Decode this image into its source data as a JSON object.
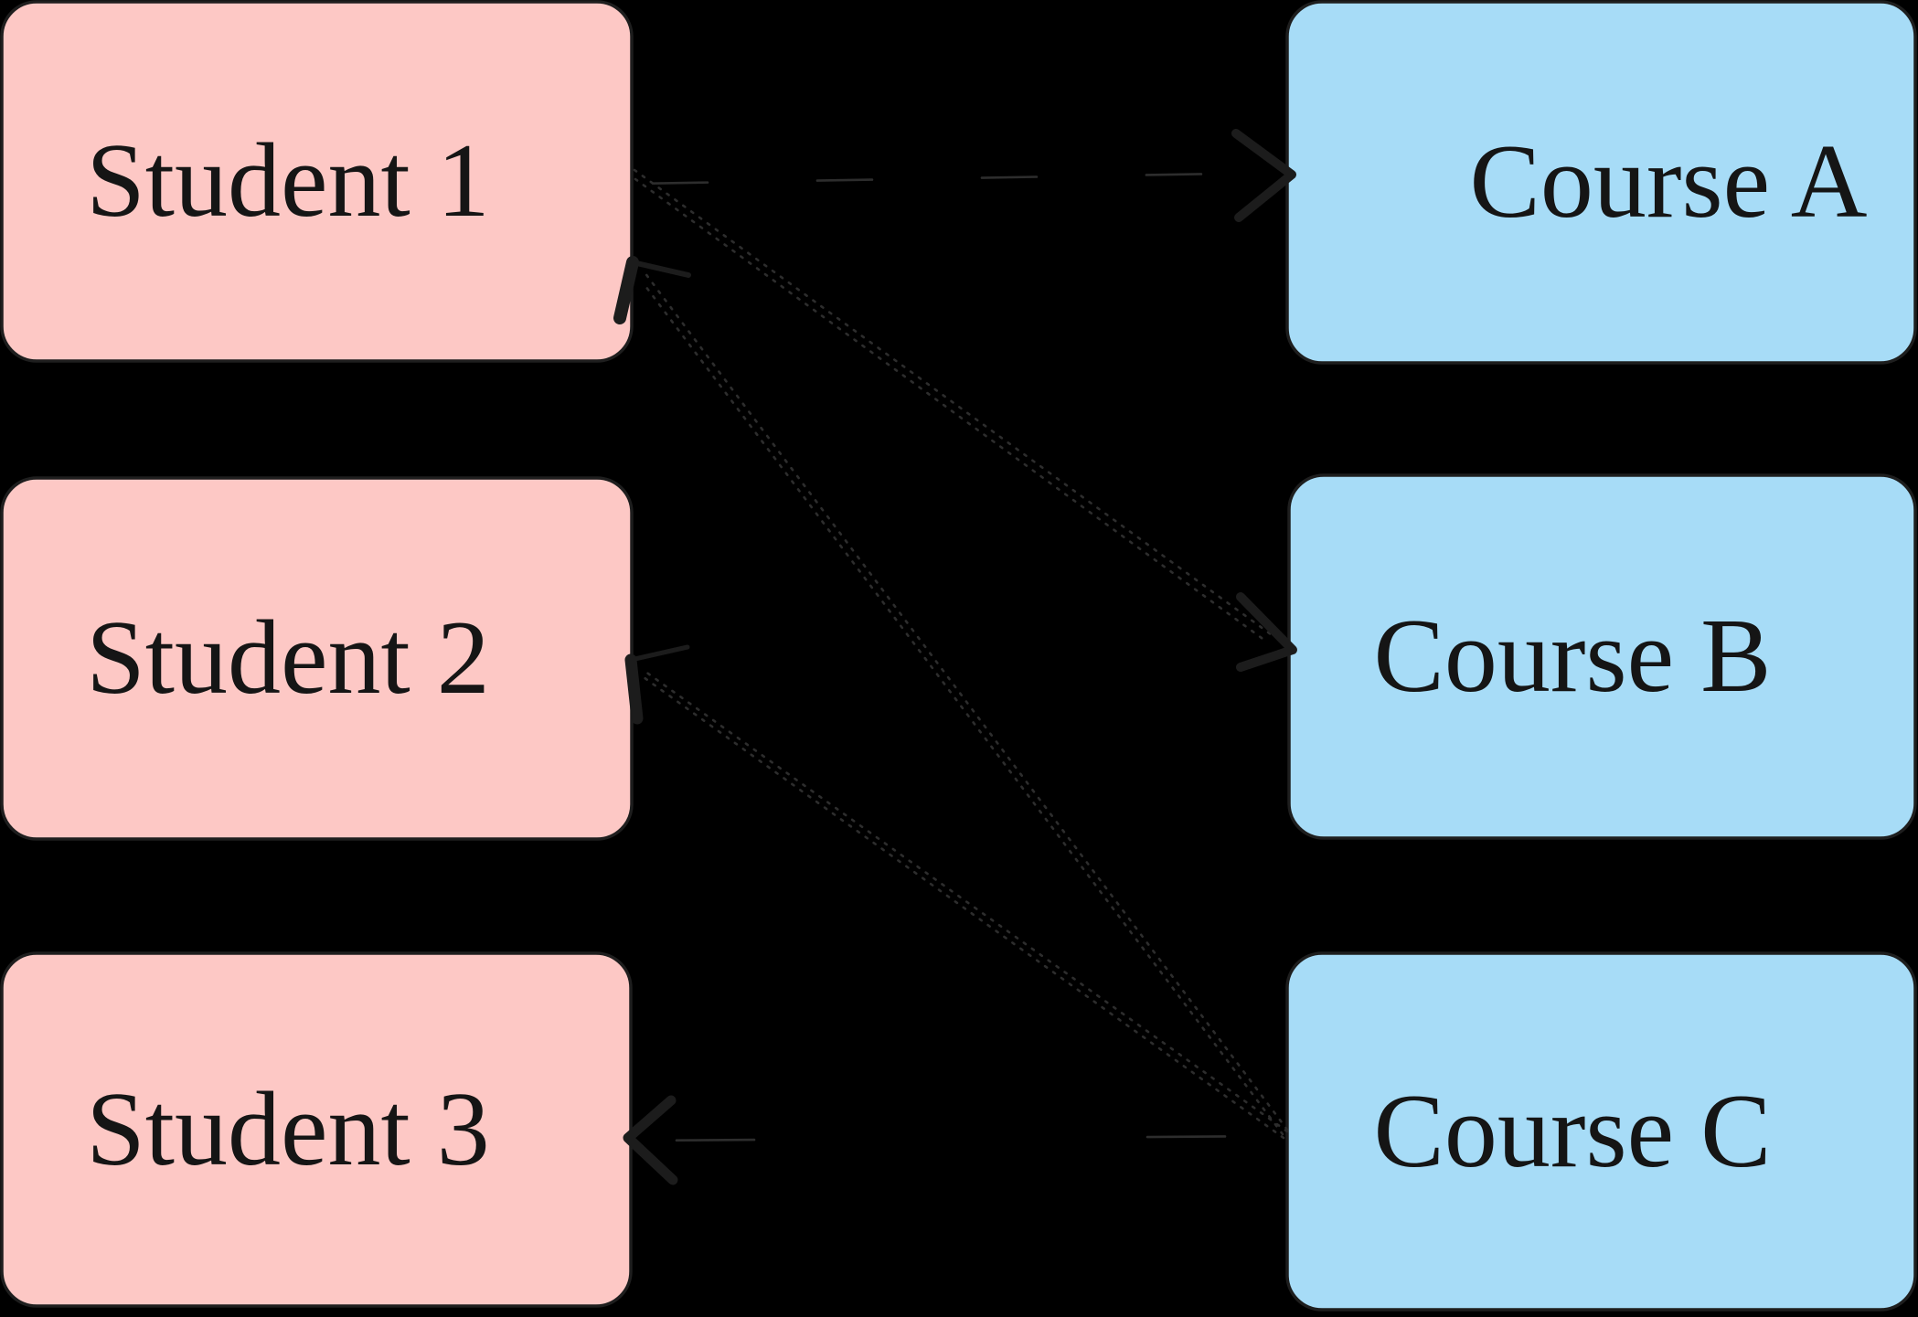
{
  "diagram": {
    "type": "bipartite-graph",
    "students": [
      {
        "label": "Student 1"
      },
      {
        "label": "Student 2"
      },
      {
        "label": "Student 3"
      }
    ],
    "courses": [
      {
        "label": "Course A"
      },
      {
        "label": "Course B"
      },
      {
        "label": "Course C"
      }
    ],
    "edges": [
      {
        "from": "Student 1",
        "to": "Course A",
        "arrow_at": "Course A",
        "line_style": "dashed"
      },
      {
        "from": "Student 1",
        "to": "Course B",
        "arrow_at": "Course B",
        "line_style": "dotted"
      },
      {
        "from": "Course C",
        "to": "Student 1",
        "arrow_at": "Student 1",
        "line_style": "dotted"
      },
      {
        "from": "Course C",
        "to": "Student 2",
        "arrow_at": "Student 2",
        "line_style": "dotted"
      },
      {
        "from": "Course C",
        "to": "Student 3",
        "arrow_at": "Student 3",
        "line_style": "dashed"
      }
    ]
  },
  "palette": {
    "background": "#000000",
    "student_fill": "#fdc8c5",
    "course_fill": "#a7dcf7",
    "node_stroke": "#1e1e1e",
    "edge_stroke": "#2d2d2d",
    "arrowhead_stroke": "#1c1c1c",
    "text_color": "#151515"
  }
}
